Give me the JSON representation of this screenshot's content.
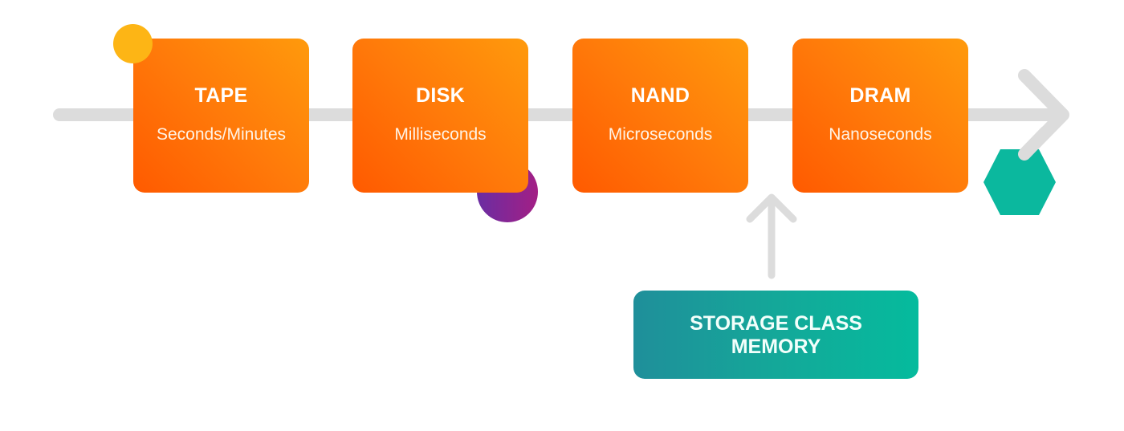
{
  "diagram": {
    "timeline_direction": "left-to-right",
    "tiers": [
      {
        "label": "TAPE",
        "latency": "Seconds/Minutes"
      },
      {
        "label": "DISK",
        "latency": "Milliseconds"
      },
      {
        "label": "NAND",
        "latency": "Microseconds"
      },
      {
        "label": "DRAM",
        "latency": "Nanoseconds"
      }
    ],
    "callout": {
      "label_line1": "STORAGE CLASS",
      "label_line2": "MEMORY",
      "points_between": [
        "NAND",
        "DRAM"
      ]
    },
    "colors": {
      "tier_gradient_start": "#ff5a00",
      "tier_gradient_end": "#ff9a0c",
      "callout_gradient_start": "#1f8f9a",
      "callout_gradient_end": "#05bb9d",
      "arrow": "#dcdcdc",
      "yellow_dot": "#fdb515",
      "purple_dot_start": "#6a2da2",
      "purple_dot_end": "#a31f85",
      "hexagon": "#0bb89e"
    }
  }
}
